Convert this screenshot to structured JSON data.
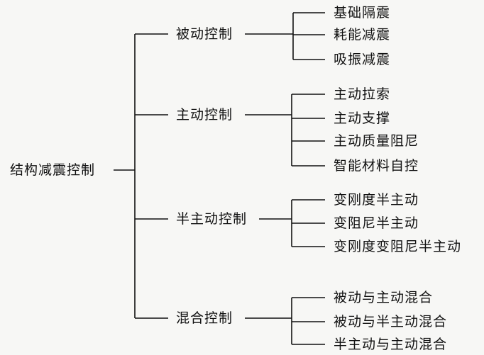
{
  "root": {
    "label": "结构减震控制"
  },
  "groups": [
    {
      "label": "被动控制",
      "items": [
        "基础隔震",
        "耗能减震",
        "吸振减震"
      ]
    },
    {
      "label": "主动控制",
      "items": [
        "主动拉索",
        "主动支撑",
        "主动质量阻尼",
        "智能材料自控"
      ]
    },
    {
      "label": "半主动控制",
      "items": [
        "变刚度半主动",
        "变阻尼半主动",
        "变刚度变阻尼半主动"
      ]
    },
    {
      "label": "混合控制",
      "items": [
        "被动与主动混合",
        "被动与半主动混合",
        "半主动与主动混合"
      ]
    }
  ]
}
